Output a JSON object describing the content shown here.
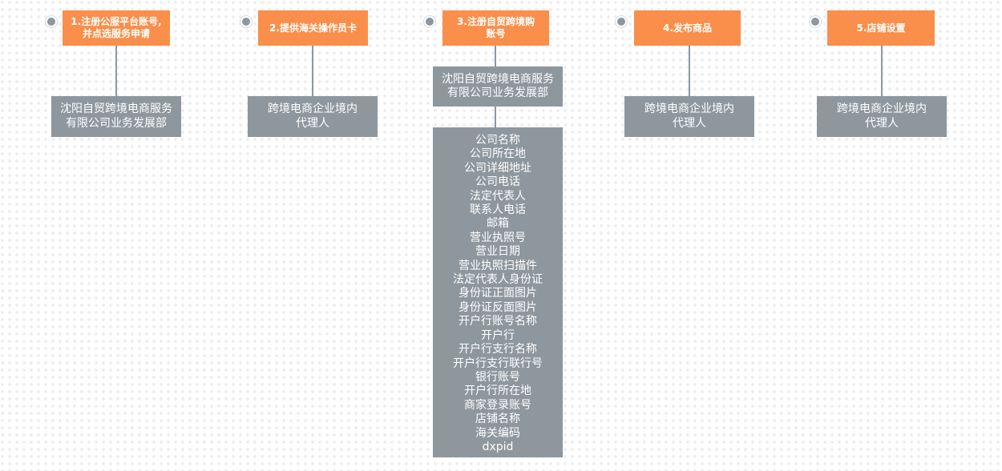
{
  "steps": [
    {
      "label_lines": [
        "1.注册公服平台账号,",
        "并点选服务申请"
      ],
      "box_lines": [
        "沈阳自贸跨境电商服务",
        "有限公司业务发展部"
      ]
    },
    {
      "label_lines": [
        "2.提供海关操作员卡"
      ],
      "box_lines": [
        "跨境电商企业境内",
        "代理人"
      ]
    },
    {
      "label_lines": [
        "3.注册自贸跨境购",
        "账号"
      ],
      "box_lines": [
        "沈阳自贸跨境电商服务",
        "有限公司业务发展部"
      ],
      "fields": [
        "公司名称",
        "公司所在地",
        "公司详细地址",
        "公司电话",
        "法定代表人",
        "联系人电话",
        "邮箱",
        "营业执照号",
        "营业日期",
        "营业执照扫描件",
        "法定代表人身份证",
        "身份证正面图片",
        "身份证反面图片",
        "开户行账号名称",
        "开户行",
        "开户行支行名称",
        "开户行支行联行号",
        "银行账号",
        "开户行所在地",
        "商家登录账号",
        "店铺名称",
        "海关编码",
        "dxpid"
      ]
    },
    {
      "label_lines": [
        "4.发布商品"
      ],
      "box_lines": [
        "跨境电商企业境内",
        "代理人"
      ]
    },
    {
      "label_lines": [
        "5.店铺设置"
      ],
      "box_lines": [
        "跨境电商企业境内",
        "代理人"
      ]
    }
  ],
  "colors": {
    "step_fill": "#f98f4a",
    "box_fill": "#8e979e",
    "connector": "#8e979e",
    "text_on_fill": "#ffffff"
  }
}
